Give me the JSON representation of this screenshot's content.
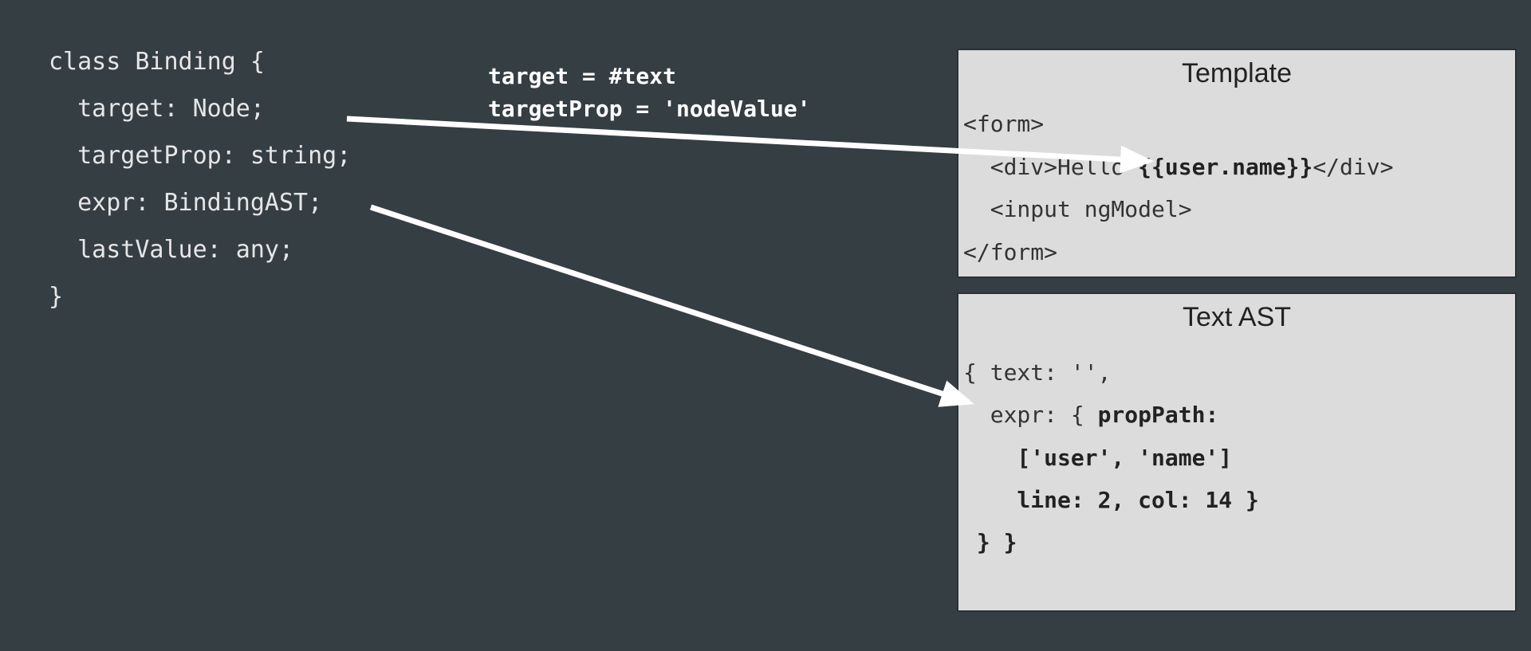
{
  "class_code": {
    "lines": [
      "class Binding {",
      "  target: Node;",
      "  targetProp: string;",
      "  expr: BindingAST;",
      "  lastValue: any;",
      "}"
    ]
  },
  "annotation": {
    "line1": "target = #text",
    "line2": "targetProp = 'nodeValue'"
  },
  "template_box": {
    "title": "Template",
    "line1": "<form>",
    "line2_prefix": "  <div>Hello ",
    "line2_binding": "{{user.name}}",
    "line2_suffix": "</div>",
    "line3": "  <input ngModel>",
    "line4": "</form>"
  },
  "ast_box": {
    "title": "Text AST",
    "line1": "{ text: '',",
    "line2_prefix": "  expr: { ",
    "line2_bold": "propPath:",
    "line3": "    ['user', 'name']",
    "line4": "    line: 2, col: 14 }",
    "line5": " } }"
  },
  "colors": {
    "background": "#353e43",
    "box": "#dcdcdc",
    "arrow": "#ffffff"
  }
}
